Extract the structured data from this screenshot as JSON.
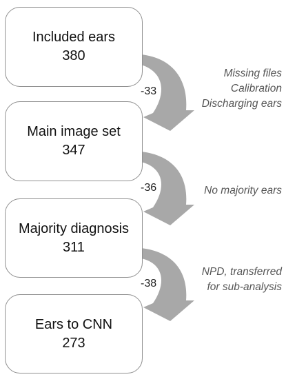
{
  "steps": [
    {
      "title": "Included ears",
      "count": "380"
    },
    {
      "title": "Main image set",
      "count": "347"
    },
    {
      "title": "Majority diagnosis",
      "count": "311"
    },
    {
      "title": "Ears to CNN",
      "count": "273"
    }
  ],
  "transitions": [
    {
      "delta": "-33",
      "reasons": [
        "Missing files",
        "Calibration",
        "Discharging ears"
      ]
    },
    {
      "delta": "-36",
      "reasons": [
        "No majority ears"
      ]
    },
    {
      "delta": "-38",
      "reasons": [
        "NPD, transferred",
        "for sub-analysis"
      ]
    }
  ],
  "colors": {
    "arrow": "#a8a8a8",
    "box_border": "#8f8f8f",
    "note_text": "#555555"
  }
}
